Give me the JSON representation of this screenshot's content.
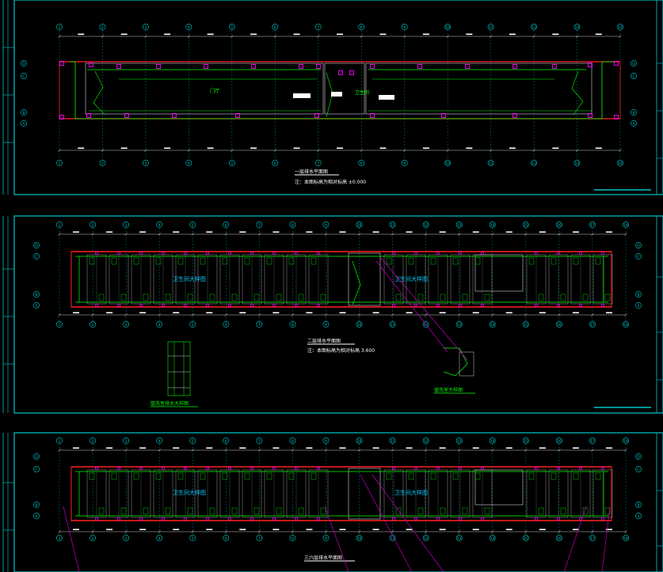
{
  "drawing": {
    "background": "#000000",
    "colors": {
      "frame": "#00c8c8",
      "grid": "#00d0d0",
      "wall": "#ff2020",
      "pipe": "#00ff00",
      "equipment": "#ff00ff",
      "text": "#ffffff",
      "label_blue": "#00c8ff",
      "leader": "#c000c0"
    },
    "sheets": [
      {
        "id": "sheet-1",
        "title": "一层排水平面图",
        "note": "注：本图标高为相对标高 ±0.000",
        "top_axes": [
          "1",
          "2",
          "3",
          "4",
          "5",
          "6",
          "7",
          "8",
          "9",
          "10",
          "11",
          "12",
          "13",
          "14"
        ],
        "side_axes": [
          "D",
          "C",
          "B",
          "A"
        ],
        "room_labels": [
          "门厅",
          "卫生间"
        ]
      },
      {
        "id": "sheet-2",
        "title": "二层排水平面图",
        "note": "注：本图标高为相对标高 3.600",
        "top_axes": [
          "1",
          "2",
          "3",
          "4",
          "5",
          "6",
          "7",
          "8",
          "9",
          "10",
          "11",
          "12",
          "13",
          "14",
          "15",
          "16",
          "17",
          "18"
        ],
        "side_axes": [
          "D",
          "C",
          "B",
          "A"
        ],
        "room_labels": [
          "卫生间大样图",
          "卫生间大样图"
        ],
        "detail_title_left": "盥洗室排水大样图",
        "detail_title_right": "盥洗室大样图"
      },
      {
        "id": "sheet-3",
        "title": "三六层排水平面图",
        "note": "",
        "top_axes": [
          "1",
          "2",
          "3",
          "4",
          "5",
          "6",
          "7",
          "8",
          "9",
          "10",
          "11",
          "12",
          "13",
          "14",
          "15",
          "16",
          "17",
          "18"
        ],
        "side_axes": [
          "D",
          "C",
          "B",
          "A"
        ],
        "room_labels": [
          "卫生间大样图",
          "卫生间大样图"
        ]
      }
    ]
  }
}
